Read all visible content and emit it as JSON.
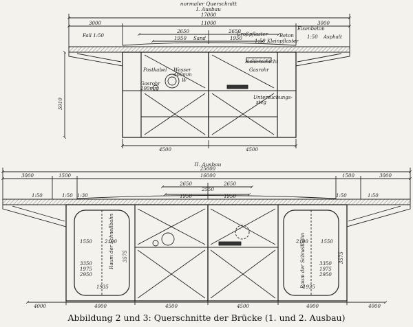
{
  "top": {
    "title1": "normaler Querschnitt",
    "title2": "I. Ausbau",
    "total1": "17000",
    "total2": "11000",
    "side_left": "3000",
    "side_right": "3000",
    "d2650a": "2650",
    "d2650b": "2650",
    "d1950a": "1950",
    "d1950b": "1950",
    "sand": "Sand",
    "grosspflaster": "Großpflaster",
    "kleinpflaster": "1:50 Kleinpflaster",
    "fall_left": "Fall 1:50",
    "beton": "Beton",
    "eisenbeton": "Eisenbeton",
    "slope_right": "1:50",
    "asphalt": "Asphalt",
    "isolierschicht": "Isolierschicht",
    "postkabel": "Postkabel",
    "wasser": "Wasser",
    "wasser_size": "400mm",
    "wasser_w": "W",
    "gasrohr_left": "Gasrohr",
    "gasrohr_left_size": "200mm",
    "gasrohr_right": "Gasrohr",
    "untersuchung": "Untersuchungs-",
    "untersuchung2": "steg",
    "height": "5910",
    "base_left": "4500",
    "base_right": "4500"
  },
  "bottom": {
    "title": "II. Ausbau",
    "total1": "25000",
    "total2": "16000",
    "side_left": "3000",
    "side_right": "3000",
    "d1500a": "1500",
    "d1500b": "1500",
    "d2650a": "2650",
    "d2650b": "2650",
    "d2550": "2550",
    "d1950a": "1950",
    "d1950b": "1950",
    "slope_l1": "1:50",
    "slope_l2": "1:50",
    "slope_l3": "1:30",
    "slope_r1": "1:50",
    "slope_r2": "1:50",
    "track_left": "Raum der Schnellbahn",
    "track_right": "Raum der Schnellbahn",
    "l1550": "1550",
    "l2100": "2100",
    "l3350": "3350",
    "l1975": "1975",
    "l2950": "2950",
    "l1935": "1935",
    "l3575": "3575",
    "r2100": "2100",
    "r1550": "1550",
    "r3350": "3350",
    "r1975": "1975",
    "r2950": "2950",
    "r1935": "1935",
    "r3575": "3575",
    "b4000a": "4000",
    "b4000b": "4000",
    "b4500a": "4500",
    "b4500b": "4500",
    "b4000c": "4000",
    "b4000d": "4000"
  },
  "caption": "Abbildung 2 und 3: Querschnitte der Brücke (1. und 2. Ausbau)"
}
